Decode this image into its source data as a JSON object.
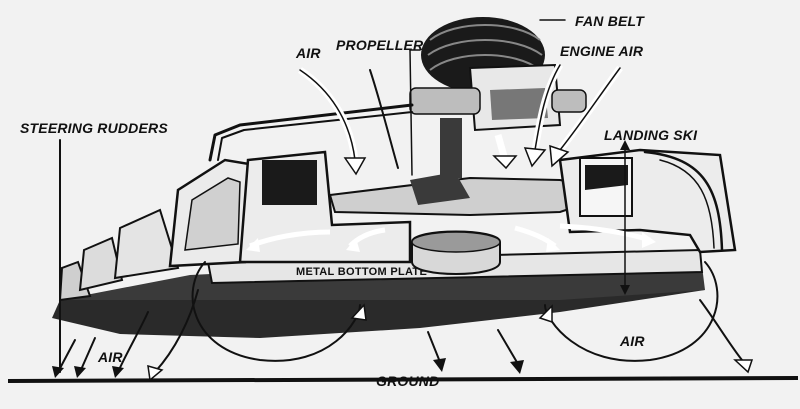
{
  "labels": {
    "fan_belt": "FAN BELT",
    "propeller": "PROPELLER",
    "air_top": "AIR",
    "engine_air": "ENGINE AIR",
    "steering_rudders": "STEERING RUDDERS",
    "landing_ski": "LANDING SKI",
    "metal_bottom_plate": "METAL BOTTOM PLATE",
    "air_bottom_left": "AIR",
    "air_bottom_right": "AIR",
    "ground": "GROUND"
  },
  "colors": {
    "background": "#f2f2f2",
    "ink": "#111111",
    "hull_dark": "#2a2a2a",
    "hull_light": "#e6e6e6"
  }
}
